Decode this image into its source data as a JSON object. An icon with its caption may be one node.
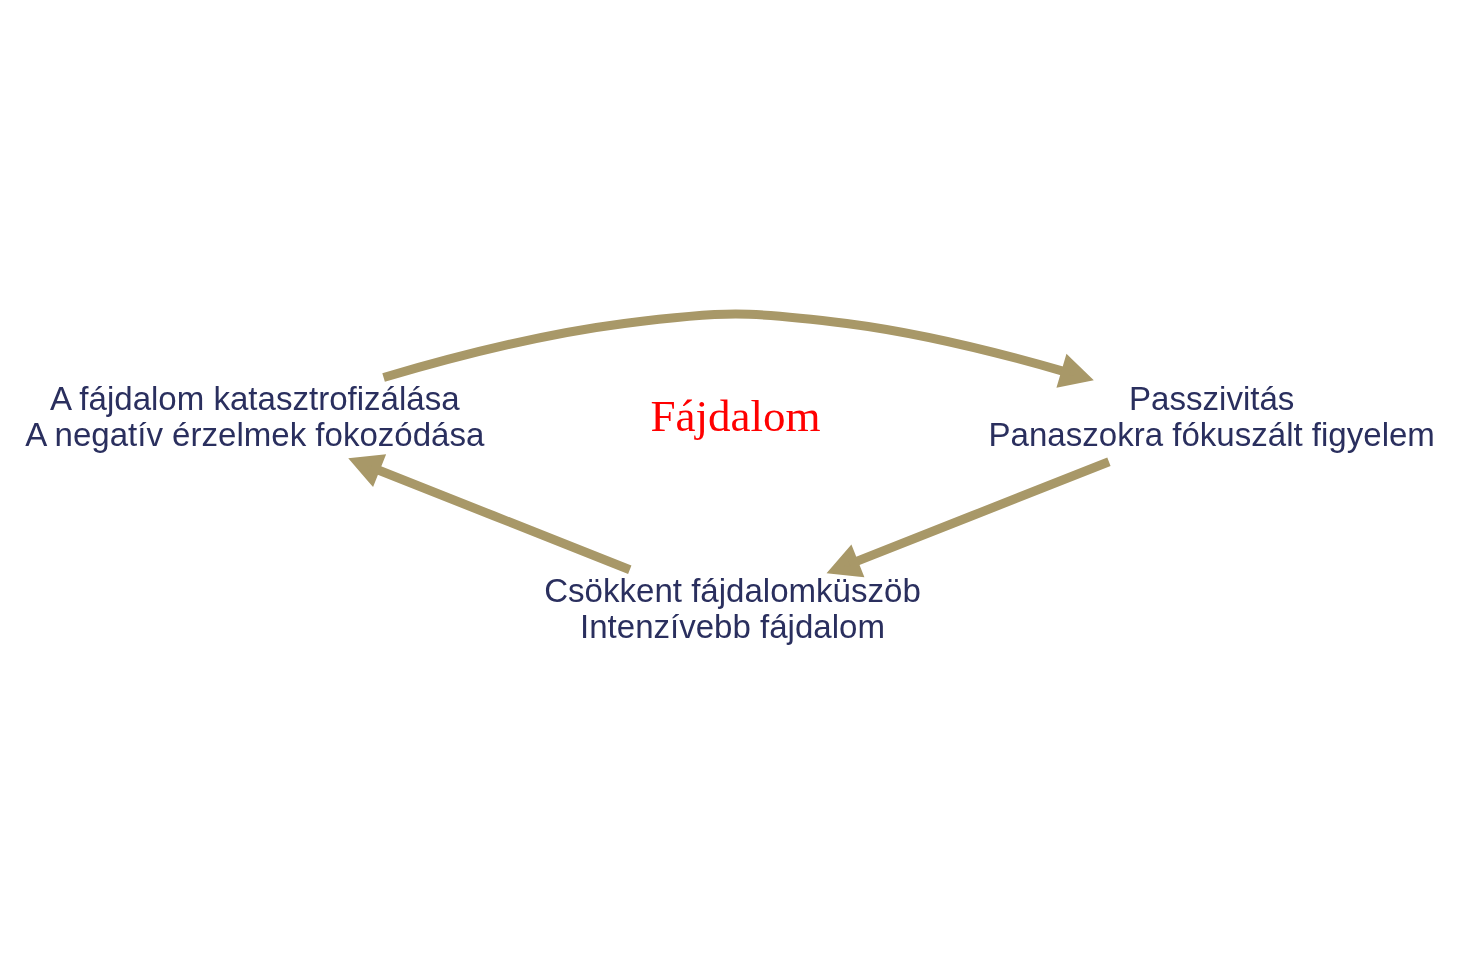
{
  "diagram": {
    "nodes": [
      {
        "text": [
          "A fájdalom katasztrofizálása",
          "A negatív érzelmek fokozódása"
        ]
      },
      {
        "text": [
          "Passzivitás",
          "Panaszokra fókuszált figyelem"
        ]
      },
      {
        "text": [
          "Csökkent fájdalomküszöb",
          "Intenzívebb fájdalom"
        ]
      }
    ],
    "edges": [
      {
        "from": 0,
        "to": 1,
        "arrow": "to"
      },
      {
        "from": 1,
        "to": 2,
        "arrow": "to"
      },
      {
        "from": 2,
        "to": 0,
        "arrow": "to"
      }
    ],
    "labels": [
      "Fájdalom"
    ]
  }
}
